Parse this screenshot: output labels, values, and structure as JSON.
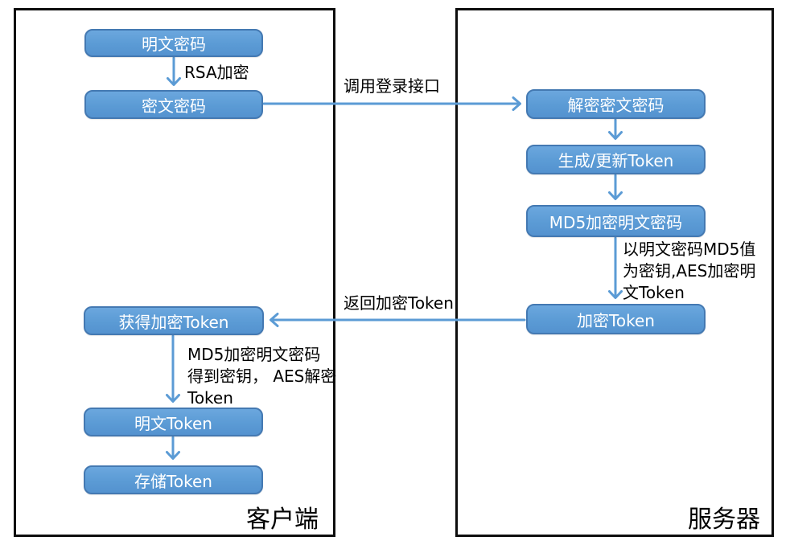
{
  "colors": {
    "box_fill": "#5B9BD5",
    "box_border": "#4479B2",
    "arrow": "#5B9BD5",
    "container_border": "#0D0D0D",
    "box_text": "#FFFFFF",
    "label_text": "#000000"
  },
  "client": {
    "label": "客户端",
    "nodes": {
      "plain_password": "明文密码",
      "cipher_password": "密文密码",
      "get_encrypted_token": "获得加密Token",
      "plain_token": "明文Token",
      "store_token": "存储Token"
    }
  },
  "server": {
    "label": "服务器",
    "nodes": {
      "decrypt_cipher_password": "解密密文密码",
      "generate_update_token": "生成/更新Token",
      "md5_encrypt_plain_password": "MD5加密明文密码",
      "encrypted_token": "加密Token"
    }
  },
  "edges": {
    "rsa_encrypt": "RSA加密",
    "call_login_api": "调用登录接口",
    "aes_encrypt_note": "以明文密码MD5值\n为密钥,AES加密明\n文Token",
    "return_encrypted_token": "返回加密Token",
    "aes_decrypt_note": "MD5加密明文密码\n得到密钥， AES解密\nToken"
  }
}
